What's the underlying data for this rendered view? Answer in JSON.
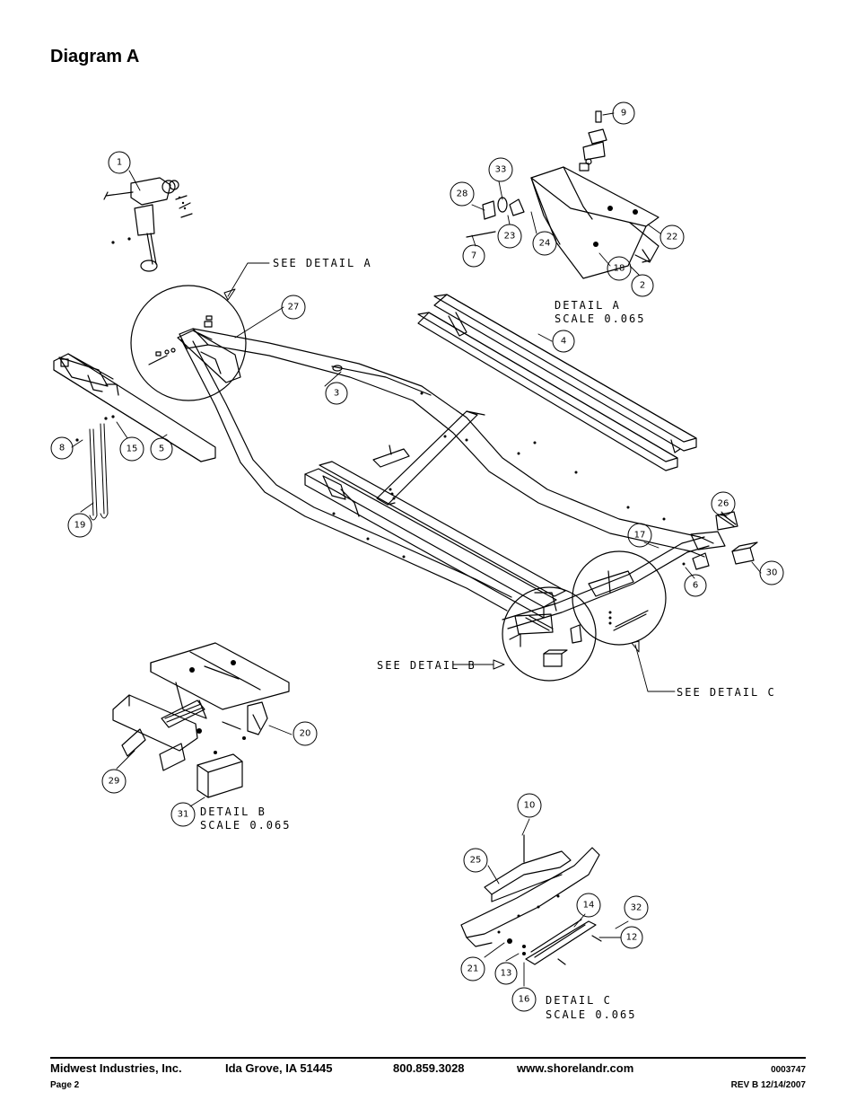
{
  "diagram_title": "Diagram A",
  "callouts": [
    {
      "id": "c1",
      "label": "1"
    },
    {
      "id": "c2",
      "label": "2"
    },
    {
      "id": "c3",
      "label": "3"
    },
    {
      "id": "c4",
      "label": "4"
    },
    {
      "id": "c5",
      "label": "5"
    },
    {
      "id": "c6",
      "label": "6"
    },
    {
      "id": "c7",
      "label": "7"
    },
    {
      "id": "c8",
      "label": "8"
    },
    {
      "id": "c9",
      "label": "9"
    },
    {
      "id": "c10",
      "label": "10"
    },
    {
      "id": "c12",
      "label": "12"
    },
    {
      "id": "c13",
      "label": "13"
    },
    {
      "id": "c14",
      "label": "14"
    },
    {
      "id": "c15",
      "label": "15"
    },
    {
      "id": "c16",
      "label": "16"
    },
    {
      "id": "c17",
      "label": "17"
    },
    {
      "id": "c18",
      "label": "18"
    },
    {
      "id": "c19",
      "label": "19"
    },
    {
      "id": "c20",
      "label": "20"
    },
    {
      "id": "c21",
      "label": "21"
    },
    {
      "id": "c22",
      "label": "22"
    },
    {
      "id": "c23",
      "label": "23"
    },
    {
      "id": "c24",
      "label": "24"
    },
    {
      "id": "c25",
      "label": "25"
    },
    {
      "id": "c26",
      "label": "26"
    },
    {
      "id": "c27",
      "label": "27"
    },
    {
      "id": "c28",
      "label": "28"
    },
    {
      "id": "c29",
      "label": "29"
    },
    {
      "id": "c30",
      "label": "30"
    },
    {
      "id": "c31",
      "label": "31"
    },
    {
      "id": "c32",
      "label": "32"
    },
    {
      "id": "c33",
      "label": "33"
    }
  ],
  "annotations": {
    "see_detail_a": "SEE DETAIL  A",
    "see_detail_b": "SEE DETAIL  B",
    "see_detail_c": "SEE DETAIL  C",
    "detail_a_title": "DETAIL  A",
    "detail_a_scale": "SCALE  0.065",
    "detail_b_title": "DETAIL  B",
    "detail_b_scale": "SCALE  0.065",
    "detail_c_title": "DETAIL  C",
    "detail_c_scale": "SCALE  0.065"
  },
  "footer": {
    "company": "Midwest Industries, Inc.",
    "location": "Ida Grove, IA  51445",
    "phone": "800.859.3028",
    "website": "www.shorelandr.com",
    "doc_number": "0003747",
    "page": "Page 2",
    "revision": "REV B  12/14/2007"
  }
}
